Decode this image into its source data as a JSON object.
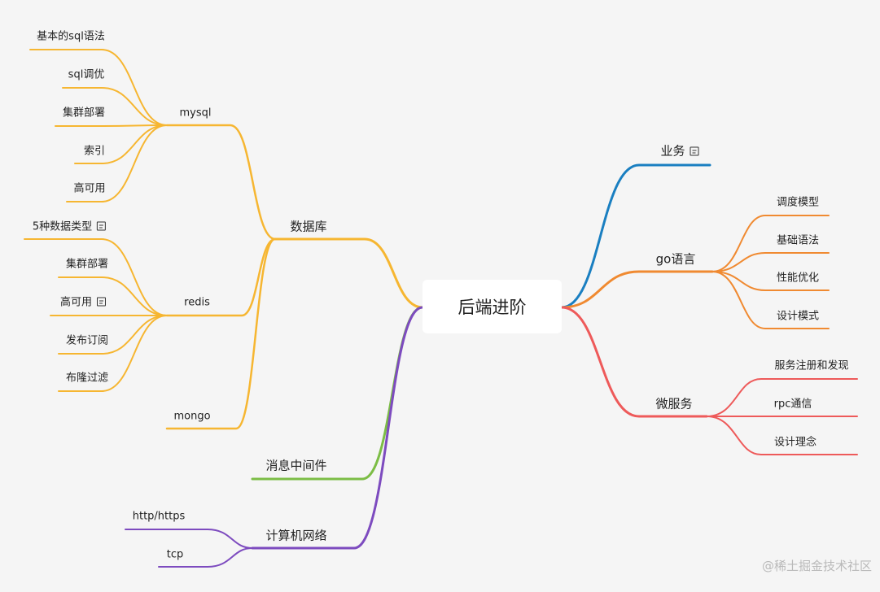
{
  "root": {
    "label": "后端进阶"
  },
  "colors": {
    "database": "#f6b631",
    "business": "#1a7fc1",
    "go": "#f08a31",
    "micro": "#ee5a5a",
    "mq": "#7cbd45",
    "network": "#7d4bbf"
  },
  "branches": {
    "database": {
      "label": "数据库",
      "mysql": {
        "label": "mysql",
        "children": [
          "基本的sql语法",
          "sql调优",
          "集群部署",
          "索引",
          "高可用"
        ]
      },
      "redis": {
        "label": "redis",
        "children": [
          "5种数据类型",
          "集群部署",
          "高可用",
          "发布订阅",
          "布隆过滤"
        ],
        "noted": [
          0,
          2
        ]
      },
      "mongo": {
        "label": "mongo"
      }
    },
    "mq": {
      "label": "消息中间件"
    },
    "network": {
      "label": "计算机网络",
      "children": [
        "http/https",
        "tcp"
      ]
    },
    "business": {
      "label": "业务"
    },
    "go": {
      "label": "go语言",
      "children": [
        "调度模型",
        "基础语法",
        "性能优化",
        "设计模式"
      ]
    },
    "micro": {
      "label": "微服务",
      "children": [
        "服务注册和发现",
        "rpc通信",
        "设计理念"
      ]
    }
  },
  "watermark": "@稀土掘金技术社区"
}
